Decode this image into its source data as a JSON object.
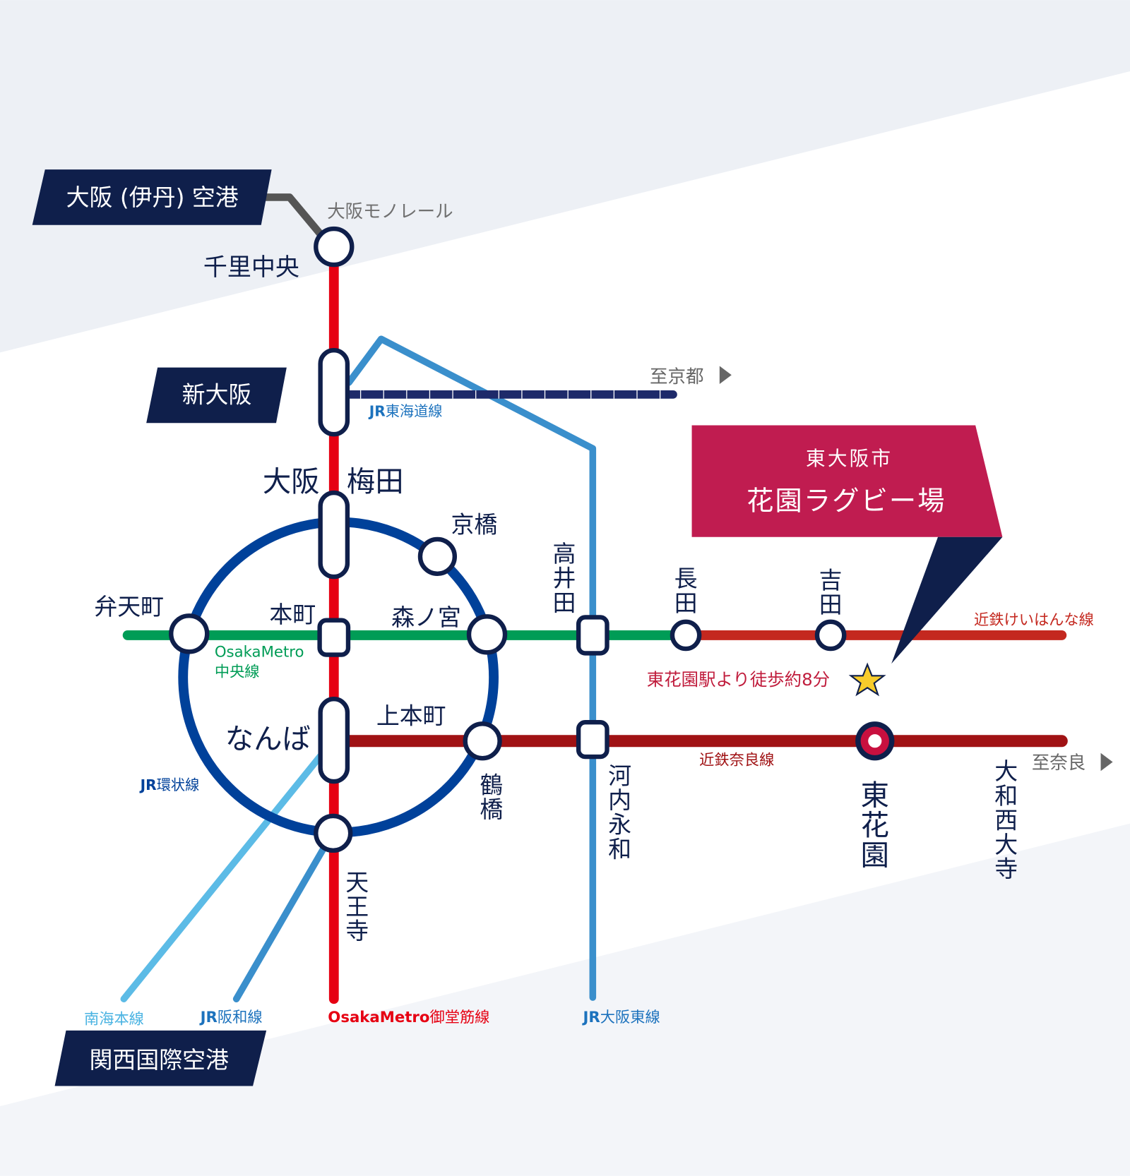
{
  "colors": {
    "background_band": "#edf0f5",
    "navy": "#0f1f4b",
    "midosuji_red": "#e60012",
    "loop_blue": "#00419a",
    "chuo_green": "#009c56",
    "keihanna_red": "#c4281f",
    "nara_darkred": "#a01214",
    "jr_blue": "#3a8fcc",
    "nankai_blue": "#5cbbe6",
    "monorail_gray": "#555555",
    "callout_magenta": "#c01c50",
    "star_yellow": "#f8cc2b"
  },
  "airports": {
    "itami": "大阪 (伊丹) 空港",
    "shin_osaka_box": "新大阪",
    "kansai": "関西国際空港"
  },
  "callout": {
    "city": "東大阪市",
    "venue": "花園ラグビー場",
    "walk_note": "東花園駅より徒歩約8分"
  },
  "lines": {
    "monorail": "大阪モノレール",
    "tokaido_prefix": "JR",
    "tokaido_name": "東海道線",
    "to_kyoto": "至京都",
    "chuo_en": "OsakaMetro",
    "chuo_jp": "中央線",
    "loop_prefix": "JR",
    "loop_name": "環状線",
    "keihanna": "近鉄けいはんな線",
    "nara": "近鉄奈良線",
    "to_nara": "至奈良",
    "nankai": "南海本線",
    "hanwa_prefix": "JR",
    "hanwa_name": "阪和線",
    "midosuji_en": "OsakaMetro",
    "midosuji_jp": "御堂筋線",
    "higashi_prefix": "JR",
    "higashi_name": "大阪東線"
  },
  "stations": {
    "senri_chuo": "千里中央",
    "osaka": "大阪",
    "umeda": "梅田",
    "kyobashi": "京橋",
    "bentencho": "弁天町",
    "honmachi": "本町",
    "morinomiya": "森ノ宮",
    "takaida": "高井田",
    "nagata": "長田",
    "yoshida": "吉田",
    "namba": "なんば",
    "uehonmachi": "上本町",
    "tsuruhashi": "鶴橋",
    "tennoji": "天王寺",
    "kawachi_eiwa": "河内永和",
    "higashi_hanazono": "東花園",
    "yamato_saidaiji": "大和西大寺"
  },
  "icons": {
    "arrow": "play-triangle-icon",
    "star": "star-icon",
    "target_station": "bullseye-station-icon"
  }
}
